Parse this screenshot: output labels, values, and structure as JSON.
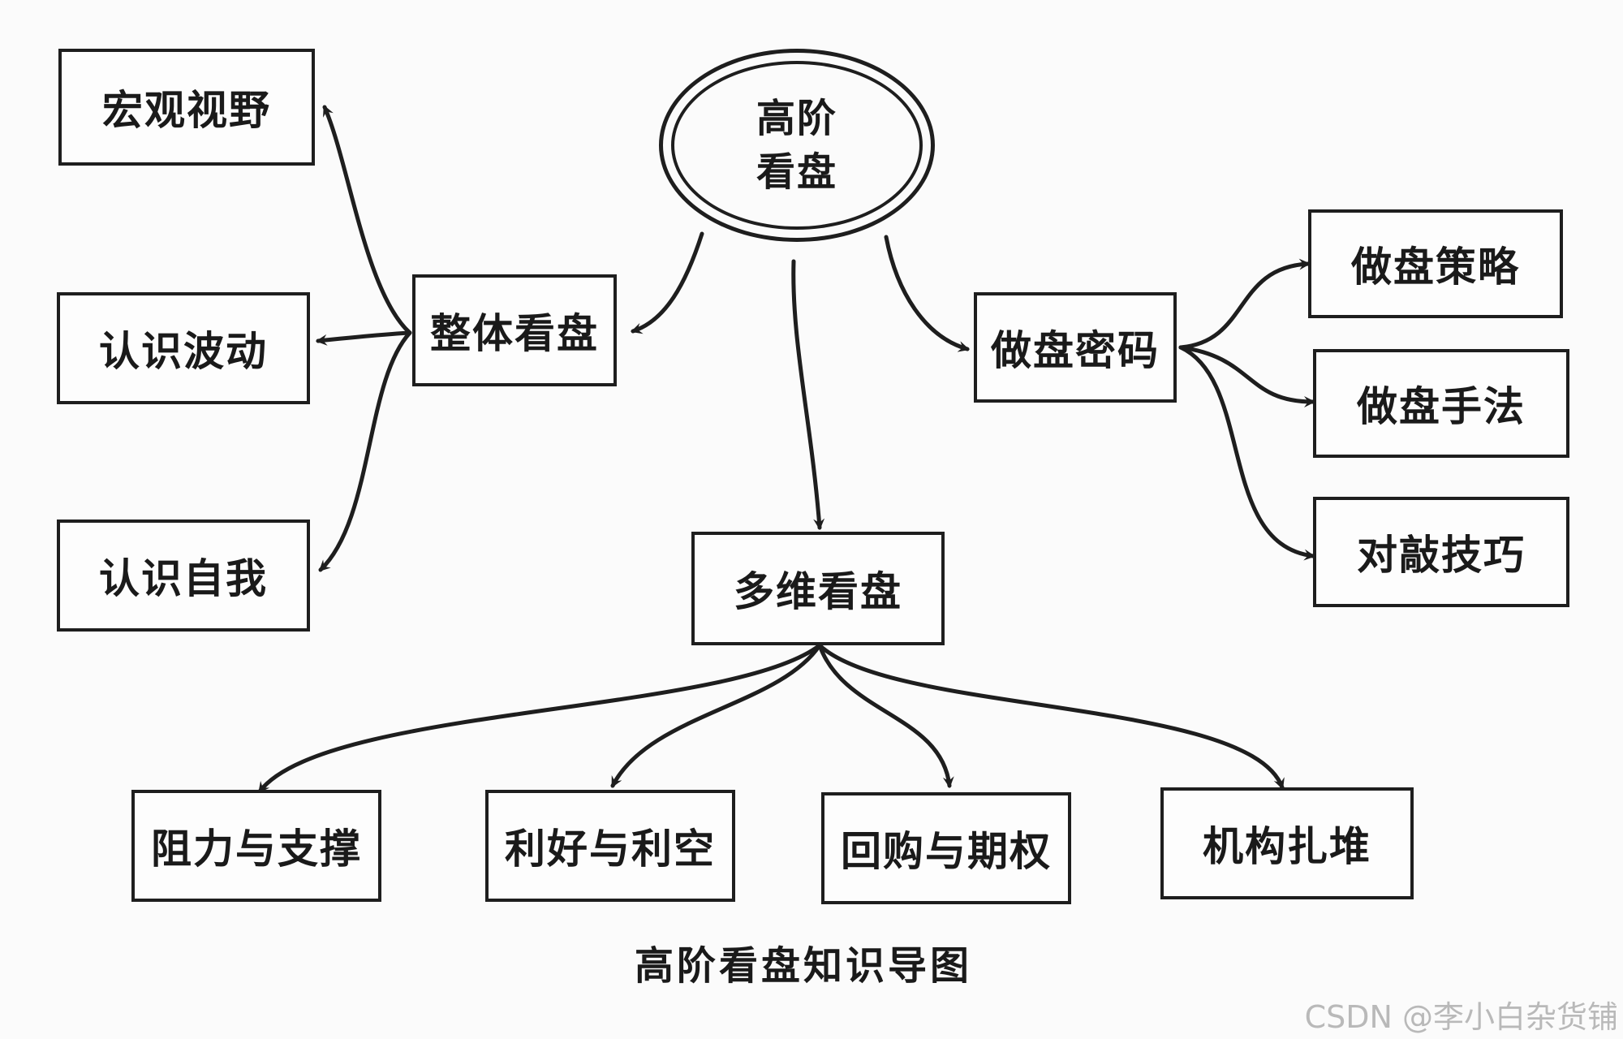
{
  "diagram": {
    "root": {
      "line1": "高阶",
      "line2": "看盘"
    },
    "branch_left": "整体看盘",
    "left_children": [
      "宏观视野",
      "认识波动",
      "认识自我"
    ],
    "branch_center": "多维看盘",
    "bottom_children": [
      "阻力与支撑",
      "利好与利空",
      "回购与期权",
      "机构扎堆"
    ],
    "branch_right": "做盘密码",
    "right_children": [
      "做盘策略",
      "做盘手法",
      "对敲技巧"
    ]
  },
  "caption": "高阶看盘知识导图",
  "watermark": "CSDN @李小白杂货铺",
  "colors": {
    "ink": "#1e1e1e",
    "paper": "#fbfbfb",
    "watermark": "#b9b9b9"
  }
}
